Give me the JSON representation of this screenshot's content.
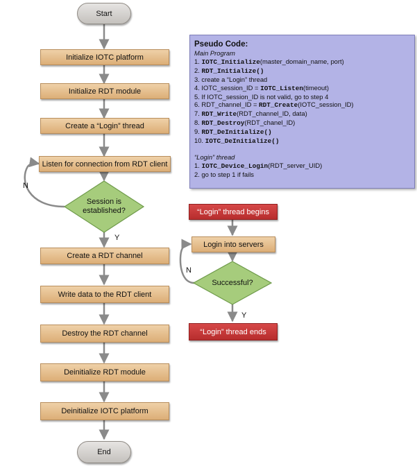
{
  "colors": {
    "process_fill": "#dcae77",
    "terminal_fill": "#c4c1bd",
    "decision_fill": "#a6cc7c",
    "thread_fill": "#b72d2d",
    "code_panel_fill": "#b3b3e6",
    "arrow": "#8a8a8a"
  },
  "main_flow": {
    "start": "Start",
    "init_iotc": "Initialize IOTC platform",
    "init_rdt": "Initialize RDT module",
    "create_login_thread": "Create a “Login” thread",
    "listen": "Listen for connection from RDT client",
    "decision": "Session is established?",
    "decision_no": "N",
    "decision_yes": "Y",
    "create_channel": "Create a RDT channel",
    "write_data": "Write data to the RDT client",
    "destroy_channel": "Destroy the RDT channel",
    "deinit_rdt": "Deinitialize RDT module",
    "deinit_iotc": "Deinitialize IOTC platform",
    "end": "End"
  },
  "login_flow": {
    "begins": "“Login” thread begins",
    "login": "Login into servers",
    "decision": "Successful?",
    "decision_no": "N",
    "decision_yes": "Y",
    "ends": "“Login” thread ends"
  },
  "pseudo_code": {
    "title": "Pseudo Code:",
    "main_heading": "Main Program",
    "main_lines": [
      {
        "pre": "1. ",
        "fn": "IOTC_Initialize",
        "post": "(master_domain_name, port)"
      },
      {
        "pre": "2. ",
        "fn": "RDT_Initialize()",
        "post": ""
      },
      {
        "pre": "3. create a “Login” thread",
        "fn": "",
        "post": ""
      },
      {
        "pre": "4. IOTC_session_ID = ",
        "fn": "IOTC_Listen",
        "post": "(timeout)"
      },
      {
        "pre": "5. If IOTC_session_ID is not valid, go to step 4",
        "fn": "",
        "post": ""
      },
      {
        "pre": "6. RDT_channel_ID = ",
        "fn": "RDT_Create",
        "post": "(IOTC_session_ID)"
      },
      {
        "pre": "7. ",
        "fn": "RDT_Write",
        "post": "(RDT_channel_ID, data)"
      },
      {
        "pre": "8. ",
        "fn": "RDT_Destroy",
        "post": "(RDT_chanel_ID)"
      },
      {
        "pre": "9. ",
        "fn": "RDT_DeInitialize()",
        "post": ""
      },
      {
        "pre": "10. ",
        "fn": "IOTC_DeInitialize()",
        "post": ""
      }
    ],
    "thread_heading": "“Login” thread",
    "thread_lines": [
      {
        "pre": "1. ",
        "fn": "IOTC_Device_Login",
        "post": "(RDT_server_UID)"
      },
      {
        "pre": "2. go to step 1 if fails",
        "fn": "",
        "post": ""
      }
    ]
  }
}
